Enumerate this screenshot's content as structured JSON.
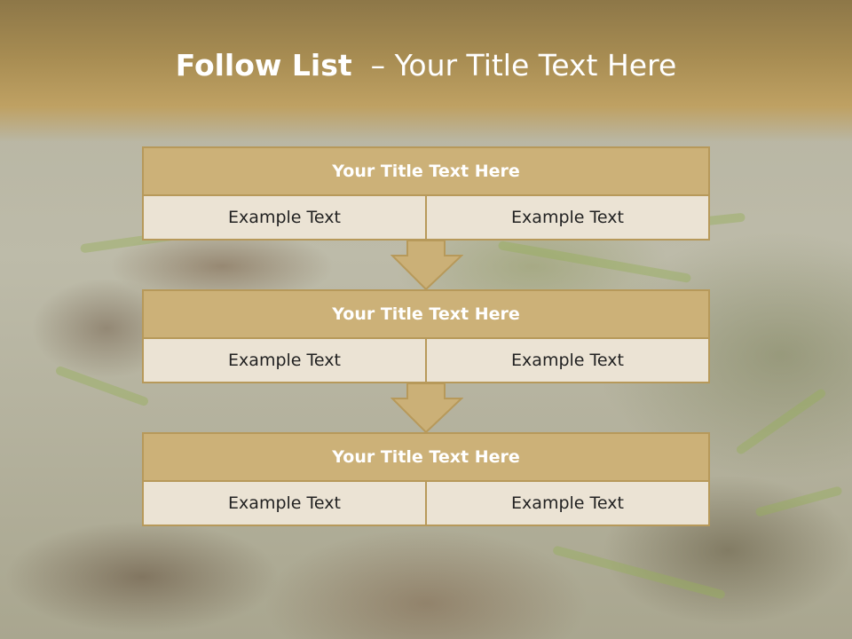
{
  "title": {
    "bold": "Follow List",
    "rest": "  – Your Title Text Here"
  },
  "steps": [
    {
      "title": "Your Title Text Here",
      "left": "Example Text",
      "right": "Example Text"
    },
    {
      "title": "Your Title Text Here",
      "left": "Example Text",
      "right": "Example Text"
    },
    {
      "title": "Your Title Text Here",
      "left": "Example Text",
      "right": "Example Text"
    }
  ],
  "colors": {
    "header": "#a78c52",
    "block_title": "#ccb178",
    "block_cell": "#ebe3d4",
    "border": "#b7995a",
    "arrow": "#cbb077"
  }
}
